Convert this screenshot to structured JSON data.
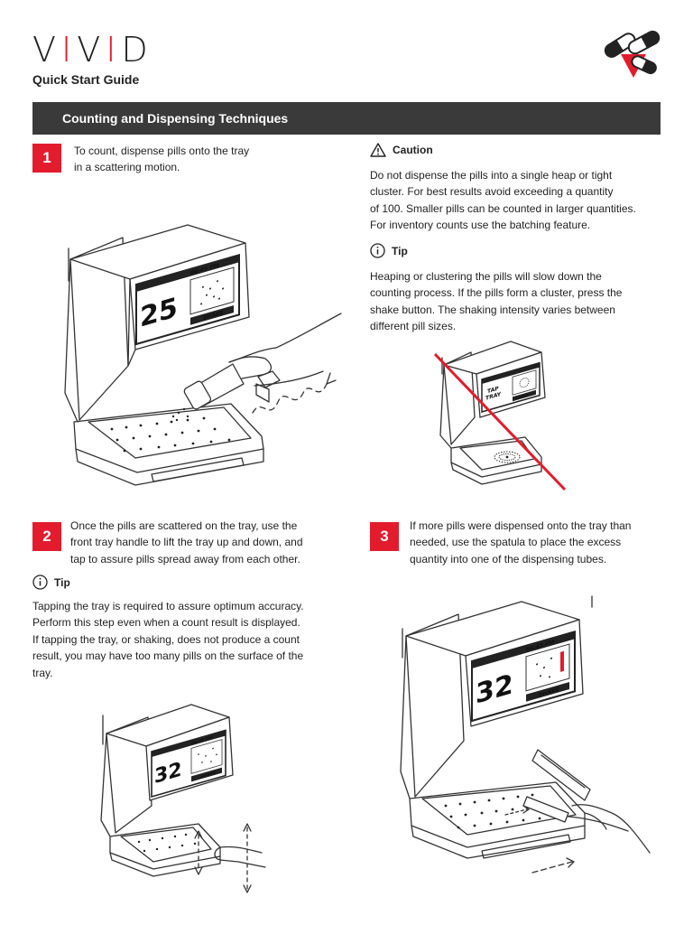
{
  "brand": {
    "logo_text_a": "V",
    "logo_text_b": "I",
    "logo_text_c": "V",
    "logo_text_d": "I",
    "logo_text_e": "D",
    "subtitle": "Quick Start Guide",
    "accent_color": "#e31c2d"
  },
  "section": {
    "title": "Counting and Dispensing Techniques",
    "bar_color": "#3a3a3a"
  },
  "step1": {
    "number": "1",
    "line1": "To count, dispense pills onto the tray",
    "line2": "in a scattering motion.",
    "screen": {
      "time": "06:45 PM",
      "count": "25",
      "button": "SHAKE"
    }
  },
  "caution": {
    "title": "Caution",
    "lines": [
      "Do not dispense the pills into a single heap or tight",
      "cluster. For best results avoid exceeding a quantity",
      "of 100. Smaller pills can be counted in larger quantities.",
      "For inventory counts use the batching feature."
    ]
  },
  "tip1": {
    "title": "Tip",
    "lines": [
      "Heaping or clustering the pills will slow down the",
      "counting process. If the pills form a cluster, press the",
      "shake button. The shaking intensity varies between",
      "different pill sizes."
    ],
    "screen": {
      "line1": "TAP",
      "line2": "TRAY",
      "button": "SHAKE"
    }
  },
  "step2": {
    "number": "2",
    "lines": [
      "Once the pills are scattered on the tray, use the",
      "front tray handle to lift the tray up and down, and",
      "tap to assure pills spread away from each other."
    ],
    "screen": {
      "time": "06:45 PM",
      "count": "32",
      "button": "SHAKE"
    }
  },
  "tip2": {
    "title": "Tip",
    "lines": [
      "Tapping the tray is required to assure optimum accuracy.",
      "Perform this step even when a count result is displayed.",
      "If tapping the tray, or shaking, does not produce a count",
      "result, you may have too many pills on the surface of the",
      "tray."
    ]
  },
  "step3": {
    "number": "3",
    "lines": [
      "If more pills were dispensed onto the tray than",
      "needed, use the spatula to place the excess",
      "quantity into one of the dispensing tubes."
    ],
    "screen": {
      "time": "06:45 PM",
      "count": "32",
      "button": "SHAKE"
    }
  }
}
